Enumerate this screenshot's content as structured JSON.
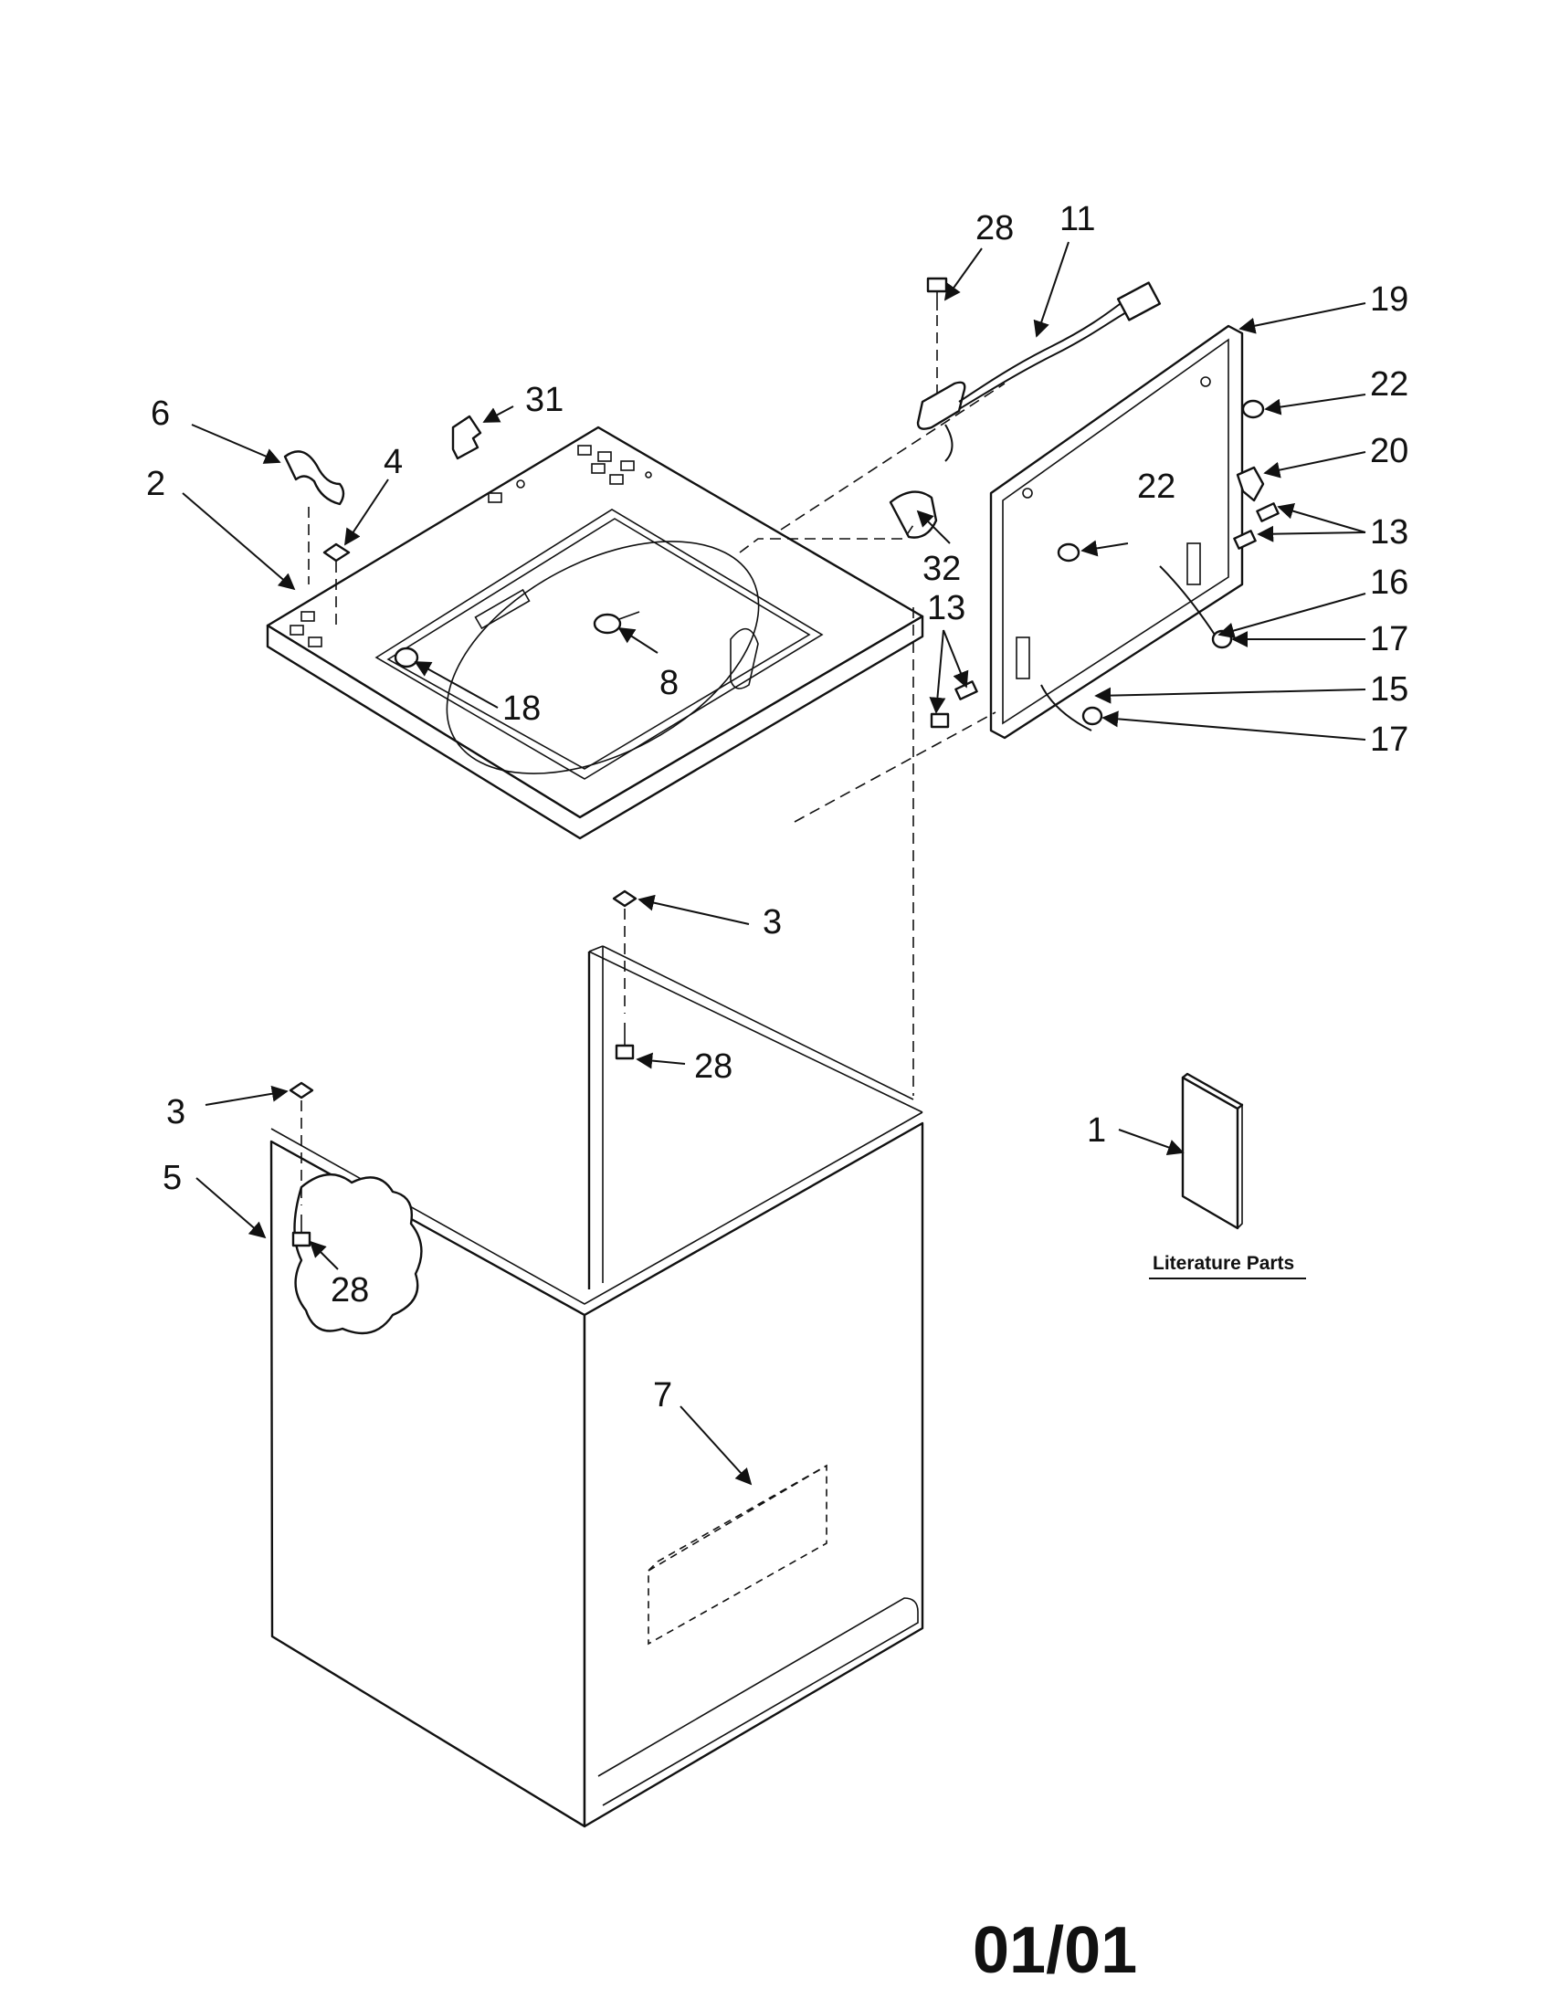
{
  "callouts": [
    {
      "id": "c6",
      "text": "6"
    },
    {
      "id": "c2",
      "text": "2"
    },
    {
      "id": "c4",
      "text": "4"
    },
    {
      "id": "c31",
      "text": "31"
    },
    {
      "id": "c28a",
      "text": "28"
    },
    {
      "id": "c11",
      "text": "11"
    },
    {
      "id": "c19",
      "text": "19"
    },
    {
      "id": "c22a",
      "text": "22"
    },
    {
      "id": "c20",
      "text": "20"
    },
    {
      "id": "c22b",
      "text": "22"
    },
    {
      "id": "c13a",
      "text": "13"
    },
    {
      "id": "c32",
      "text": "32"
    },
    {
      "id": "c13b",
      "text": "13"
    },
    {
      "id": "c16",
      "text": "16"
    },
    {
      "id": "c17a",
      "text": "17"
    },
    {
      "id": "c8",
      "text": "8"
    },
    {
      "id": "c18",
      "text": "18"
    },
    {
      "id": "c15",
      "text": "15"
    },
    {
      "id": "c17b",
      "text": "17"
    },
    {
      "id": "c3a",
      "text": "3"
    },
    {
      "id": "c28b",
      "text": "28"
    },
    {
      "id": "c3b",
      "text": "3"
    },
    {
      "id": "c5",
      "text": "5"
    },
    {
      "id": "c28c",
      "text": "28"
    },
    {
      "id": "c1",
      "text": "1"
    },
    {
      "id": "c7",
      "text": "7"
    }
  ],
  "literature_label": "Literature Parts",
  "footer_code": "01/01"
}
